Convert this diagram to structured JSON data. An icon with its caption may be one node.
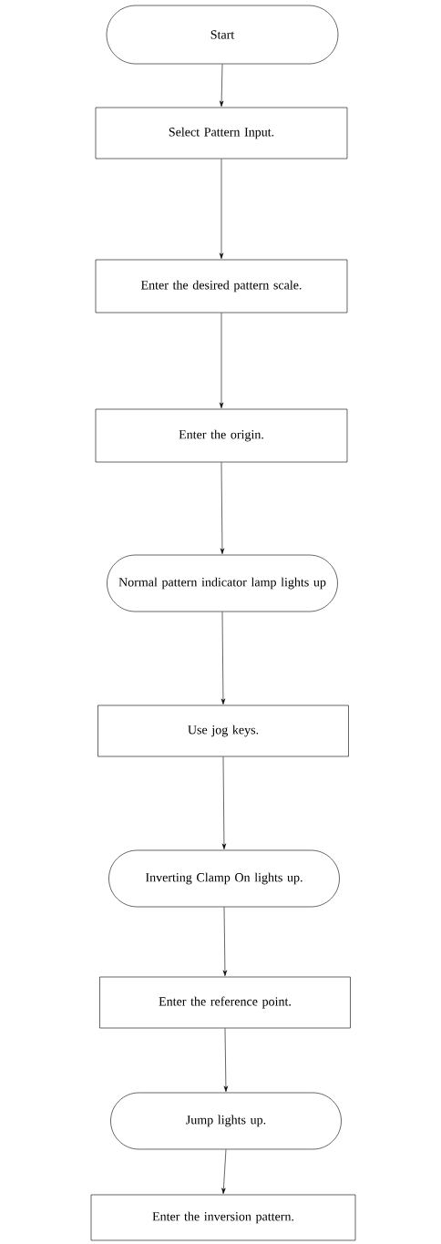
{
  "diagram": {
    "nodes": [
      {
        "text": [
          "Start"
        ]
      },
      {
        "text": [
          "Select Pattern Input."
        ]
      },
      {
        "text": [
          "Enter the desired pattern scale."
        ]
      },
      {
        "text": [
          "Enter the origin."
        ]
      },
      {
        "text": [
          "Normal pattern indicator lamp lights up"
        ]
      },
      {
        "text": [
          "Use jog keys."
        ]
      },
      {
        "text": [
          "Inverting Clamp On lights up."
        ]
      },
      {
        "text": [
          "Enter the reference point."
        ]
      },
      {
        "text": [
          "Jump lights up."
        ]
      },
      {
        "text": [
          "Enter the inversion pattern."
        ]
      }
    ],
    "edges": [
      {
        "from": 0,
        "to": 1,
        "arrow": "to"
      },
      {
        "from": 1,
        "to": 2,
        "arrow": "to"
      },
      {
        "from": 2,
        "to": 3,
        "arrow": "to"
      },
      {
        "from": 3,
        "to": 4,
        "arrow": "to"
      },
      {
        "from": 4,
        "to": 5,
        "arrow": "to"
      },
      {
        "from": 5,
        "to": 6,
        "arrow": "to"
      },
      {
        "from": 6,
        "to": 7,
        "arrow": "to"
      },
      {
        "from": 7,
        "to": 8,
        "arrow": "to"
      },
      {
        "from": 8,
        "to": 9,
        "arrow": "to"
      }
    ]
  }
}
